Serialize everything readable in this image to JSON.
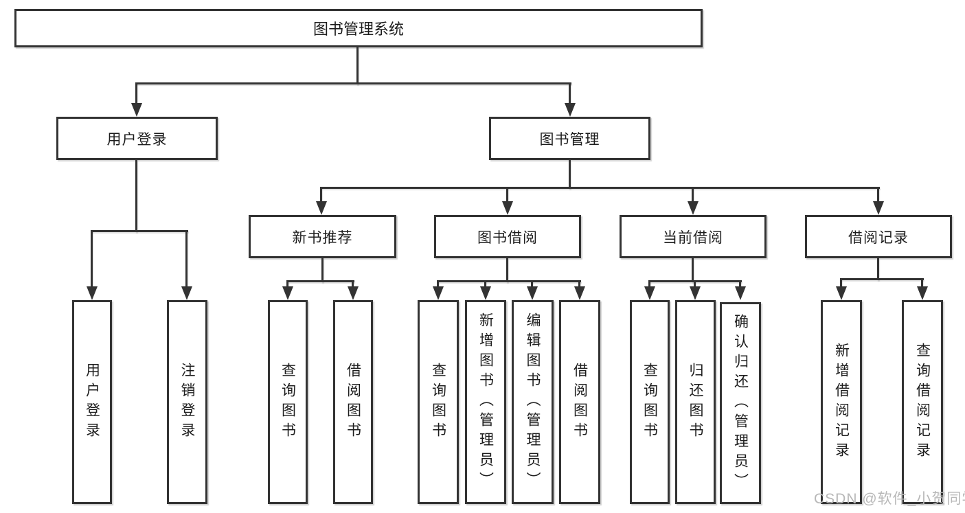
{
  "nodes": {
    "root": "图书管理系统",
    "user_login": "用户登录",
    "book_management": "图书管理",
    "new_books": "新书推荐",
    "book_borrowing": "图书借阅",
    "current_borrowing": "当前借阅",
    "borrowing_records": "借阅记录"
  },
  "leaves": {
    "user_login": [
      "用户登录",
      "注销登录"
    ],
    "new_books": [
      "查询图书",
      "借阅图书"
    ],
    "book_borrowing": [
      "查询图书",
      "新增图书（管理员）",
      "编辑图书（管理员）",
      "借阅图书"
    ],
    "current_borrowing": [
      "查询图书",
      "归还图书",
      "确认归还（管理员）"
    ],
    "borrowing_records": [
      "新增借阅记录",
      "查询借阅记录"
    ]
  },
  "watermark": "CSDN @软件_小贺同学",
  "colors": {
    "line": "#333333",
    "text": "#1d1d1d",
    "background": "#ffffff",
    "watermark": "#b8b8b8"
  }
}
